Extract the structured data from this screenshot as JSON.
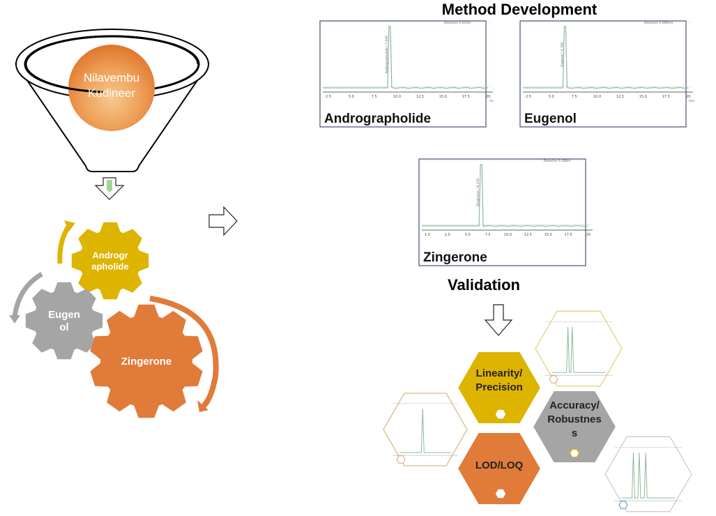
{
  "funnel": {
    "label_line1": "Nilavembu",
    "label_line2": "Kudineer"
  },
  "gears": [
    {
      "line1": "Androgr",
      "line2": "apholide",
      "color": "#DDB400"
    },
    {
      "line1": "Eugen",
      "line2": "ol",
      "color": "#A5A5A5"
    },
    {
      "line1": "Zingerone",
      "line2": "",
      "color": "#E07B39"
    }
  ],
  "method_title": "Method Development",
  "validation_title": "Validation",
  "chromatograms": [
    {
      "label": "Andrographolide",
      "peak_text": "Andrographolide / 7.490",
      "detector": "Detector A 223m",
      "ticks": [
        "2.5",
        "5.0",
        "7.5",
        "10.0",
        "12.5",
        "15.0",
        "17.5",
        "20."
      ],
      "unit": "mi"
    },
    {
      "label": "Eugenol",
      "peak_text": "Eugenol / 4.342",
      "detector": "Detector A 280nm",
      "ticks": [
        "2.5",
        "5.0",
        "7.5",
        "10.0",
        "12.5",
        "15.0",
        "17.5",
        "20."
      ],
      "unit": "min"
    },
    {
      "label": "Zingerone",
      "peak_text": "Zingerone / 6.229",
      "detector": "Detector A 280m",
      "ticks": [
        "1.0",
        "2.5",
        "5.0",
        "7.5",
        "10.0",
        "12.5",
        "15.0",
        "17.5",
        "20"
      ],
      "unit": ""
    }
  ],
  "hexagons": [
    {
      "line1": "Linearity/",
      "line2": "Precision",
      "line3": "",
      "color": "#DDB400"
    },
    {
      "line1": "Accuracy/",
      "line2": "Robustnes",
      "line3": "s",
      "color": "#A5A5A5"
    },
    {
      "line1": "LOD/LOQ",
      "line2": "",
      "line3": "",
      "color": "#E07B39"
    }
  ],
  "colors": {
    "orange": "#E07B39",
    "gold": "#DDB400",
    "gray": "#A5A5A5",
    "trace": "#8fb89a"
  }
}
